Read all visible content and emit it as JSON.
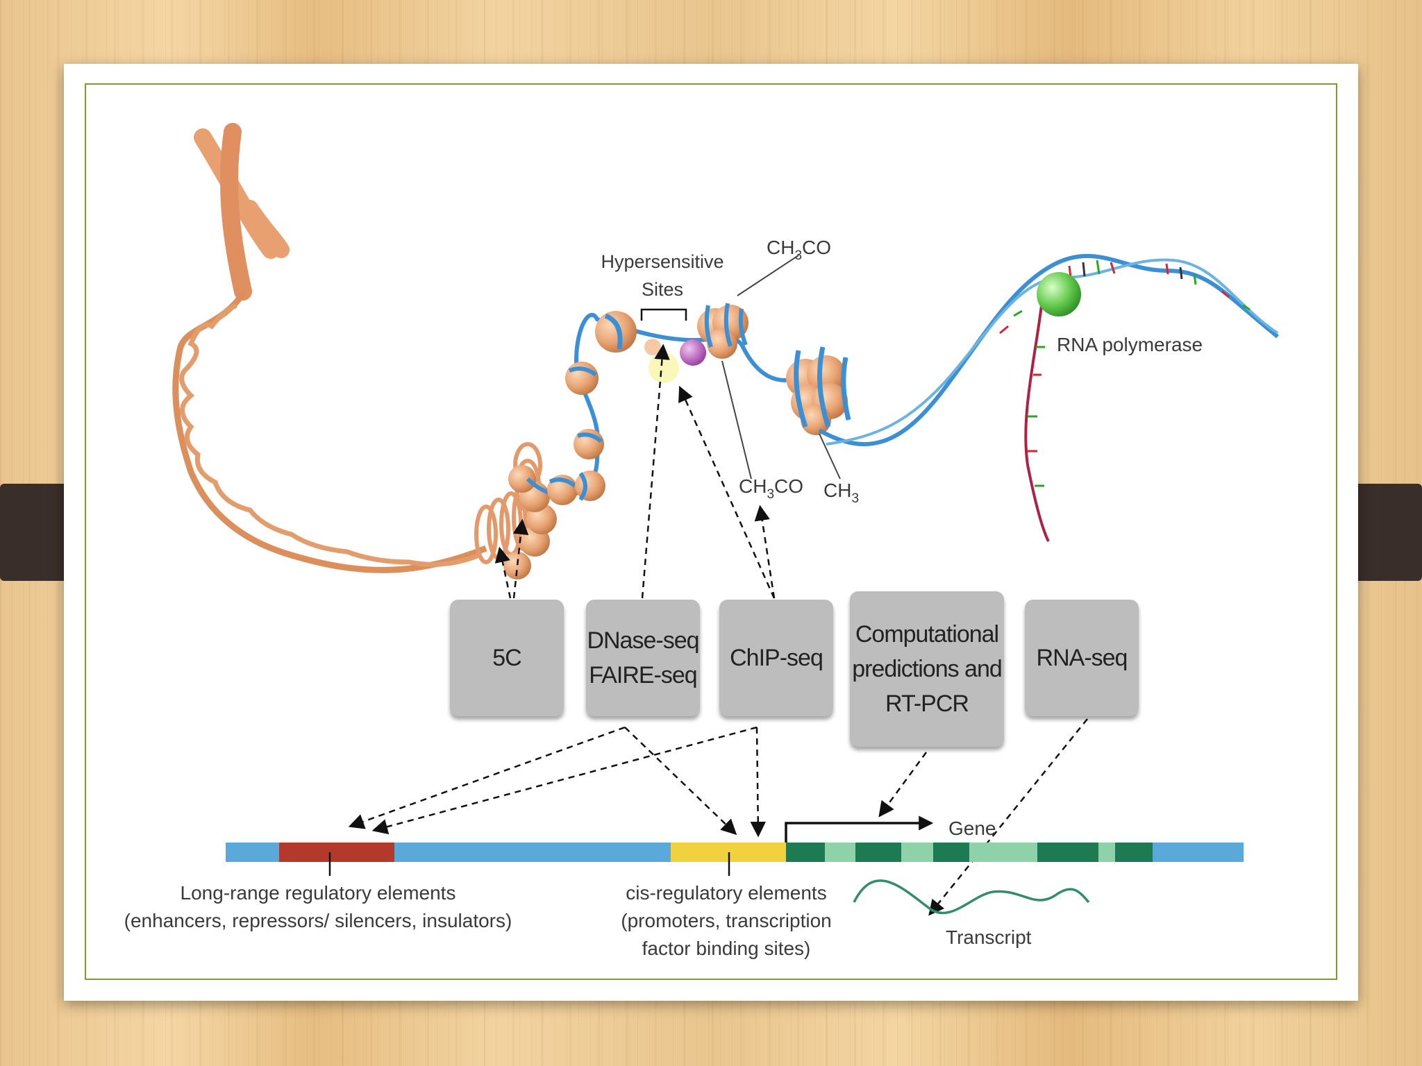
{
  "diagram": {
    "labels": {
      "hypersensitive_line1": "Hypersensitive",
      "hypersensitive_line2": "Sites",
      "ch3co_top_prefix": "CH",
      "ch3co_top_sub": "3",
      "ch3co_top_suffix": "CO",
      "ch3co_mid_prefix": "CH",
      "ch3co_mid_sub": "3",
      "ch3co_mid_suffix": "CO",
      "ch3_prefix": "CH",
      "ch3_sub": "3",
      "rna_polymerase": "RNA polymerase",
      "gene": "Gene",
      "transcript": "Transcript",
      "long_range_line1": "Long-range regulatory elements",
      "long_range_line2": "(enhancers, repressors/ silencers, insulators)",
      "cis_line1": "cis-regulatory elements",
      "cis_line2": "(promoters, transcription",
      "cis_line3": "factor binding sites)"
    },
    "methods": [
      {
        "line1": "5C",
        "line2": ""
      },
      {
        "line1": "DNase-seq",
        "line2": "FAIRE-seq"
      },
      {
        "line1": "ChIP-seq",
        "line2": ""
      },
      {
        "line1": "Computational",
        "line2": "predictions and",
        "line3": "RT-PCR"
      },
      {
        "line1": "RNA-seq",
        "line2": ""
      }
    ],
    "colors": {
      "dna_blue": "#5aa9da",
      "enhancer_red": "#b33a2a",
      "cis_yellow": "#f1d23e",
      "exon_dark_green": "#1e7a52",
      "intron_light_green": "#8fd1a8",
      "chromatin_orange": "#e8a070",
      "polymerase_green": "#7ad25c",
      "box_gray": "#bdbdbd",
      "frame_green": "#7f9a2f"
    }
  }
}
